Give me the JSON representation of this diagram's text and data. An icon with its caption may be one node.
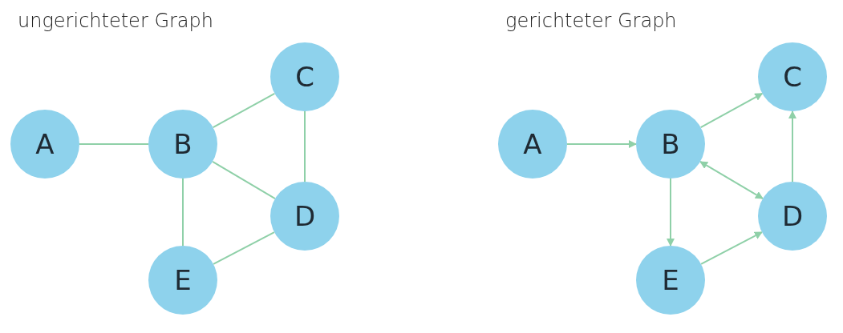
{
  "diagram": {
    "nodes": [
      {
        "text": [
          "A"
        ]
      },
      {
        "text": [
          "B"
        ]
      },
      {
        "text": [
          "C"
        ]
      },
      {
        "text": [
          "D"
        ]
      },
      {
        "text": [
          "E"
        ]
      },
      {
        "text": [
          "A"
        ]
      },
      {
        "text": [
          "B"
        ]
      },
      {
        "text": [
          "C"
        ]
      },
      {
        "text": [
          "D"
        ]
      },
      {
        "text": [
          "E"
        ]
      }
    ],
    "edges": [
      {
        "from": 0,
        "to": 1,
        "arrow": "none"
      },
      {
        "from": 1,
        "to": 2,
        "arrow": "none"
      },
      {
        "from": 2,
        "to": 3,
        "arrow": "none"
      },
      {
        "from": 1,
        "to": 3,
        "arrow": "none"
      },
      {
        "from": 1,
        "to": 4,
        "arrow": "none"
      },
      {
        "from": 4,
        "to": 3,
        "arrow": "none"
      },
      {
        "from": 5,
        "to": 6,
        "arrow": "to"
      },
      {
        "from": 6,
        "to": 7,
        "arrow": "to"
      },
      {
        "from": 8,
        "to": 7,
        "arrow": "to"
      },
      {
        "from": 6,
        "to": 8,
        "arrow": "both"
      },
      {
        "from": 6,
        "to": 9,
        "arrow": "to"
      },
      {
        "from": 9,
        "to": 8,
        "arrow": "to"
      }
    ],
    "labels": [
      "ungerichteter Graph",
      "gerichteter Graph"
    ]
  }
}
